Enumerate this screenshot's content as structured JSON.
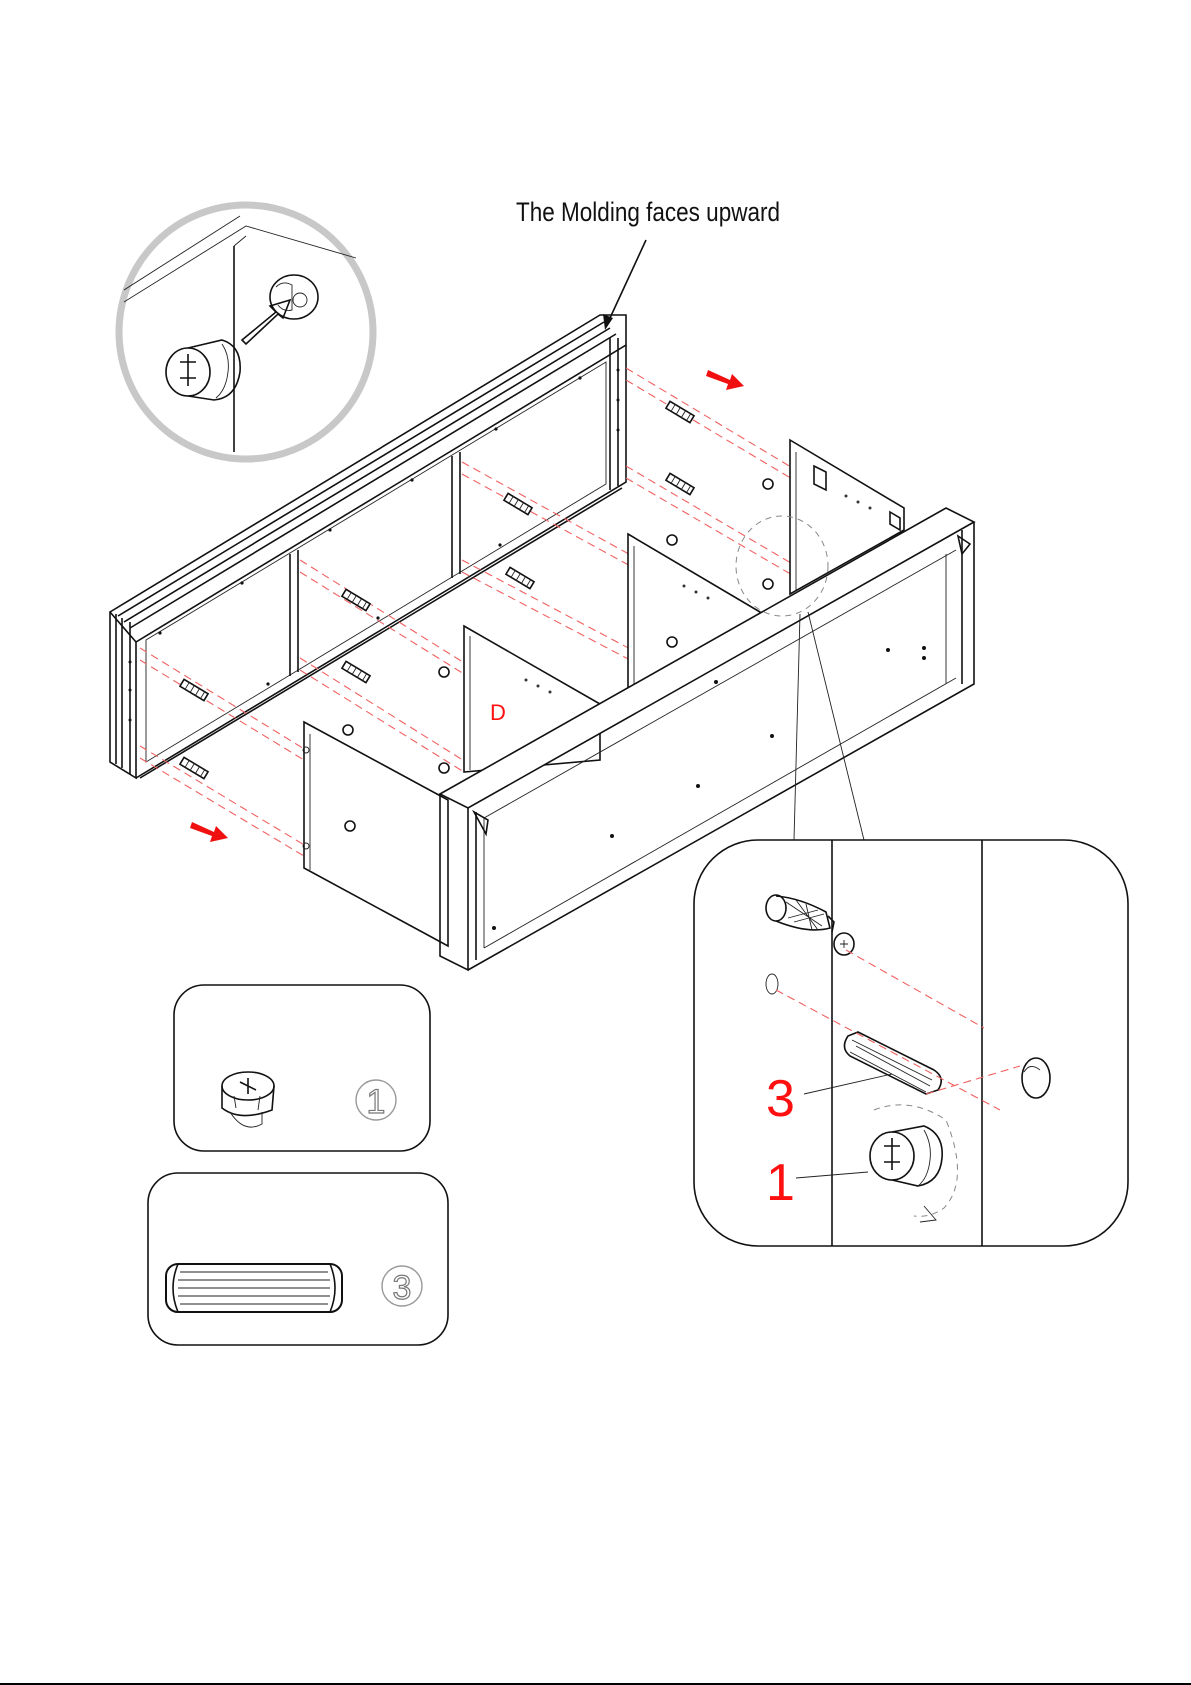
{
  "callout": {
    "molding": "The Molding faces upward"
  },
  "panel_label": "D",
  "detail_labels": {
    "dowel": "3",
    "cam_lock": "1"
  },
  "parts": [
    {
      "number": "1",
      "icon": "cam-lock-icon"
    },
    {
      "number": "3",
      "icon": "wooden-dowel-icon"
    }
  ],
  "colors": {
    "accent_red": "#ff1010",
    "line": "#111111",
    "guide_dash": "#f06060"
  }
}
